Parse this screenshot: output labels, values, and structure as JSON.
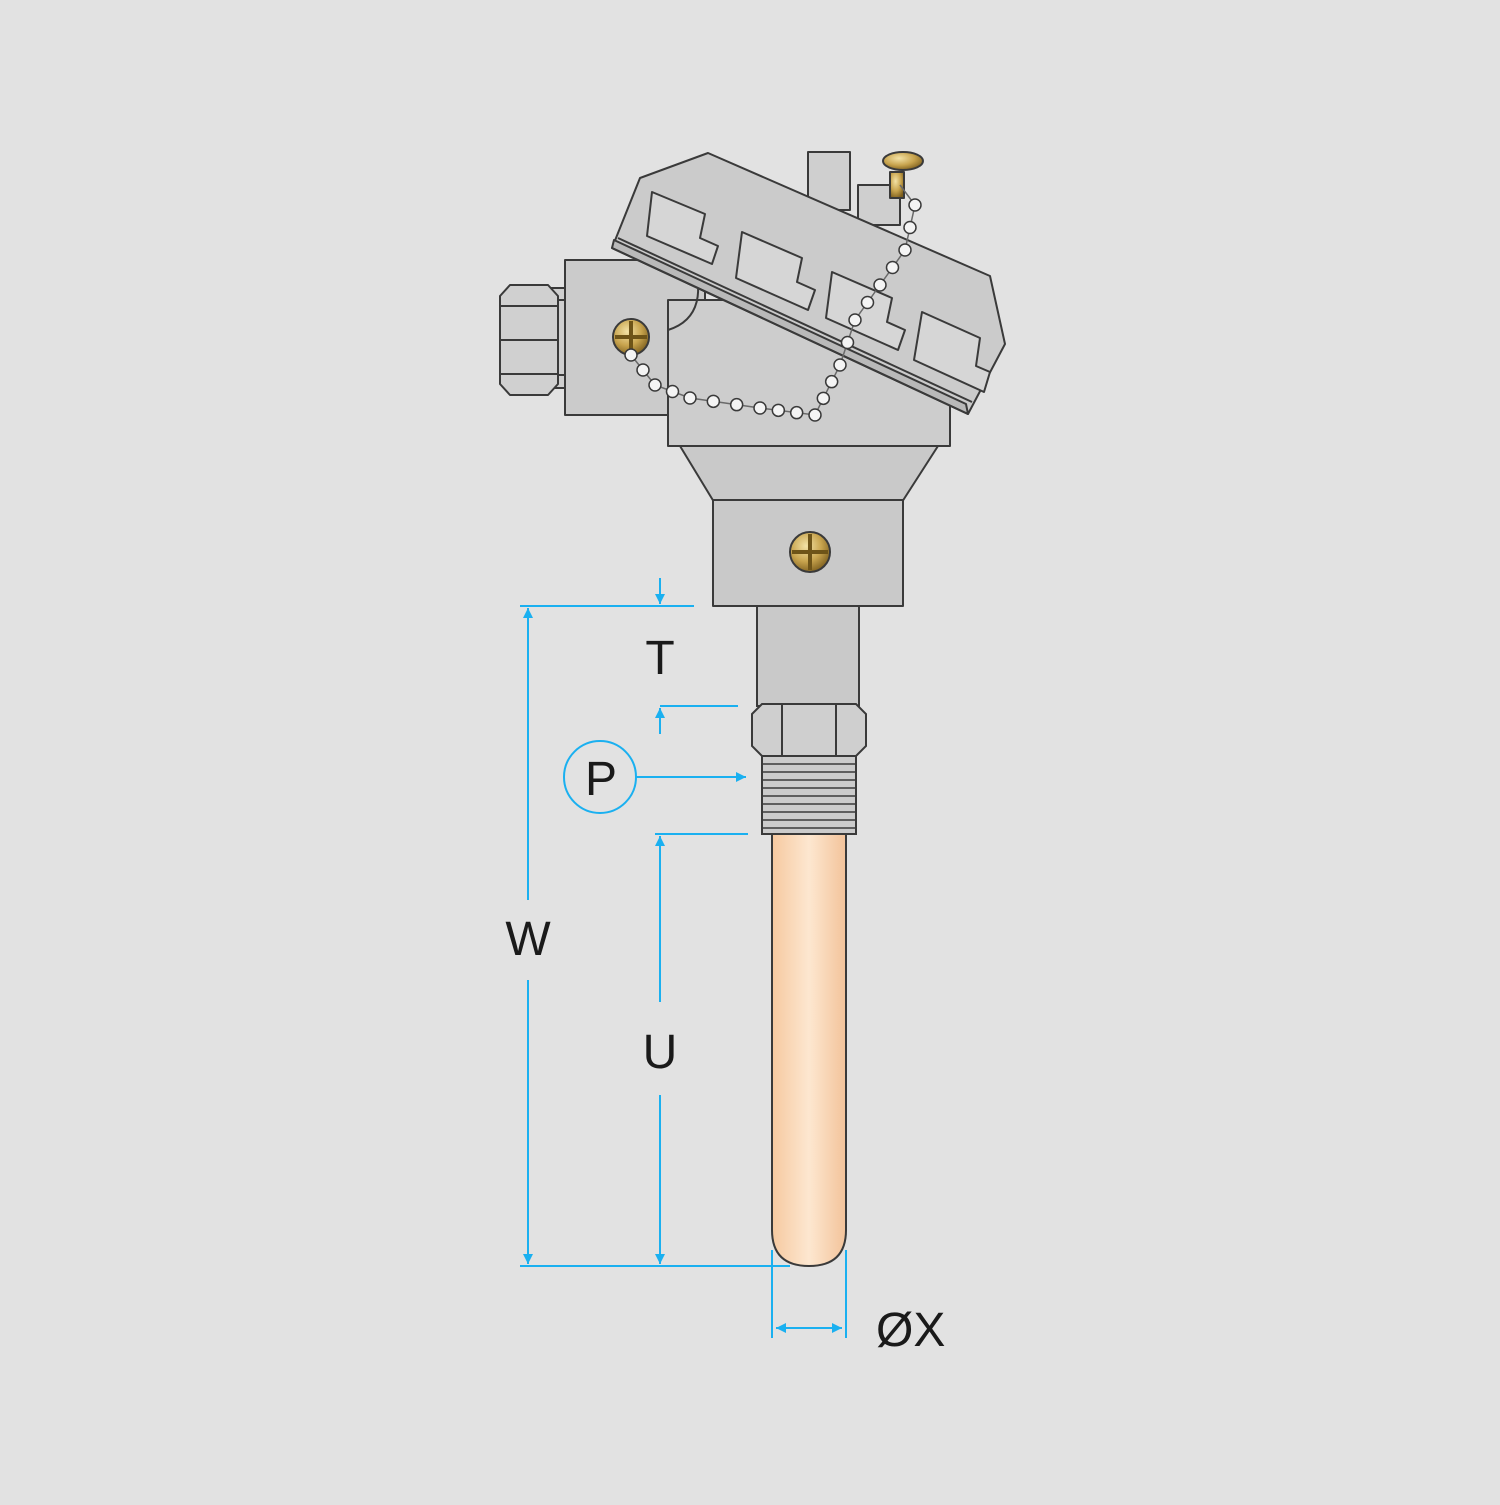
{
  "diagram": {
    "colors": {
      "background": "#e2e2e2",
      "metal": "#c9c9c9",
      "metal_light": "#d4d4d4",
      "outline": "#3a3a3a",
      "dimension": "#1ab0f0",
      "sheath": "#fbe3c9",
      "brass": "#c8a44e"
    },
    "labels": {
      "t": "T",
      "p": "P",
      "w": "W",
      "u": "U",
      "x": "ØX"
    }
  }
}
